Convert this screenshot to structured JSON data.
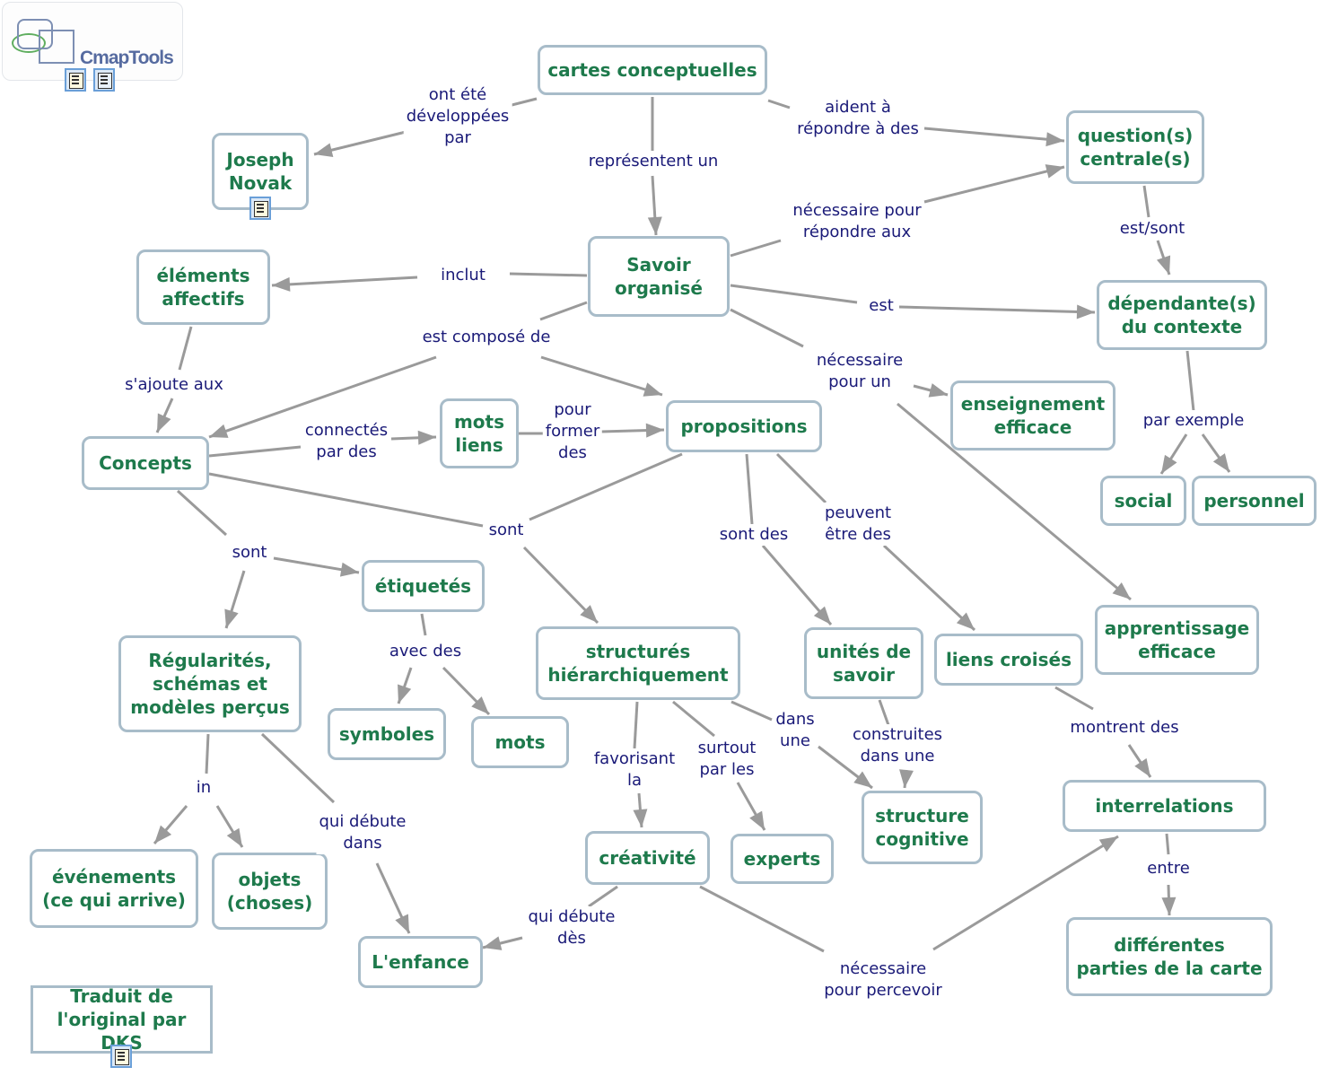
{
  "app": {
    "logo_text": "CmapTools"
  },
  "nodes": {
    "cartes": "cartes conceptuelles",
    "joseph": "Joseph\nNovak",
    "question": "question(s)\ncentrale(s)",
    "savoir": "Savoir\norganisé",
    "elements": "éléments\naffectifs",
    "dependante": "dépendante(s)\ndu contexte",
    "concepts": "Concepts",
    "motsliens": "mots\nliens",
    "propositions": "propositions",
    "enseignement": "enseignement\nefficace",
    "social": "social",
    "personnel": "personnel",
    "etiquetes": "étiquetés",
    "regularites": "Régularités,\nschémas et\nmodèles perçus",
    "structures": "structurés\nhiérarchiquement",
    "unites": "unités de\nsavoir",
    "lienscroises": "liens croisés",
    "apprentissage": "apprentissage\nefficace",
    "symboles": "symboles",
    "mots": "mots",
    "structurecog": "structure\ncognitive",
    "interrelations": "interrelations",
    "creativite": "créativité",
    "experts": "experts",
    "evenements": "événements\n(ce qui arrive)",
    "objets": "objets\n(choses)",
    "enfance": "L'enfance",
    "differentes": "différentes\nparties de la carte",
    "traduit": "Traduit de\nl'original par DKS"
  },
  "labels": {
    "ontete": "ont été\ndéveloppées\npar",
    "representent": "représentent un",
    "aident": "aident à\nrépondre à des",
    "necessaire_pour": "nécessaire pour\nrépondre aux",
    "estsont": "est/sont",
    "inclut": "inclut",
    "est": "est",
    "estcompose": "est composé de",
    "sajoute": "s'ajoute aux",
    "necessaire_un": "nécessaire\npour un",
    "connectes": "connectés\npar des",
    "pourformer": "pour\nformer\ndes",
    "parexemple": "par exemple",
    "sont_left": "sont",
    "sont_mid": "sont",
    "sontdes": "sont des",
    "peuvent": "peuvent\nêtre des",
    "avecdes": "avec des",
    "dansune": "dans\nune",
    "construites": "construites\ndans une",
    "montrent": "montrent des",
    "favorisant": "favorisant\nla",
    "surtout": "surtout\npar les",
    "in": "in",
    "quidebute_dans": "qui débute\ndans",
    "entre": "entre",
    "quidebute_des": "qui débute\ndès",
    "necessaire_percevoir": "nécessaire\npour percevoir"
  },
  "colors": {
    "node_text": "#1e7a4c",
    "node_border": "#a8bcc9",
    "link_text": "#1a1a78",
    "line": "#9a9a9a"
  }
}
